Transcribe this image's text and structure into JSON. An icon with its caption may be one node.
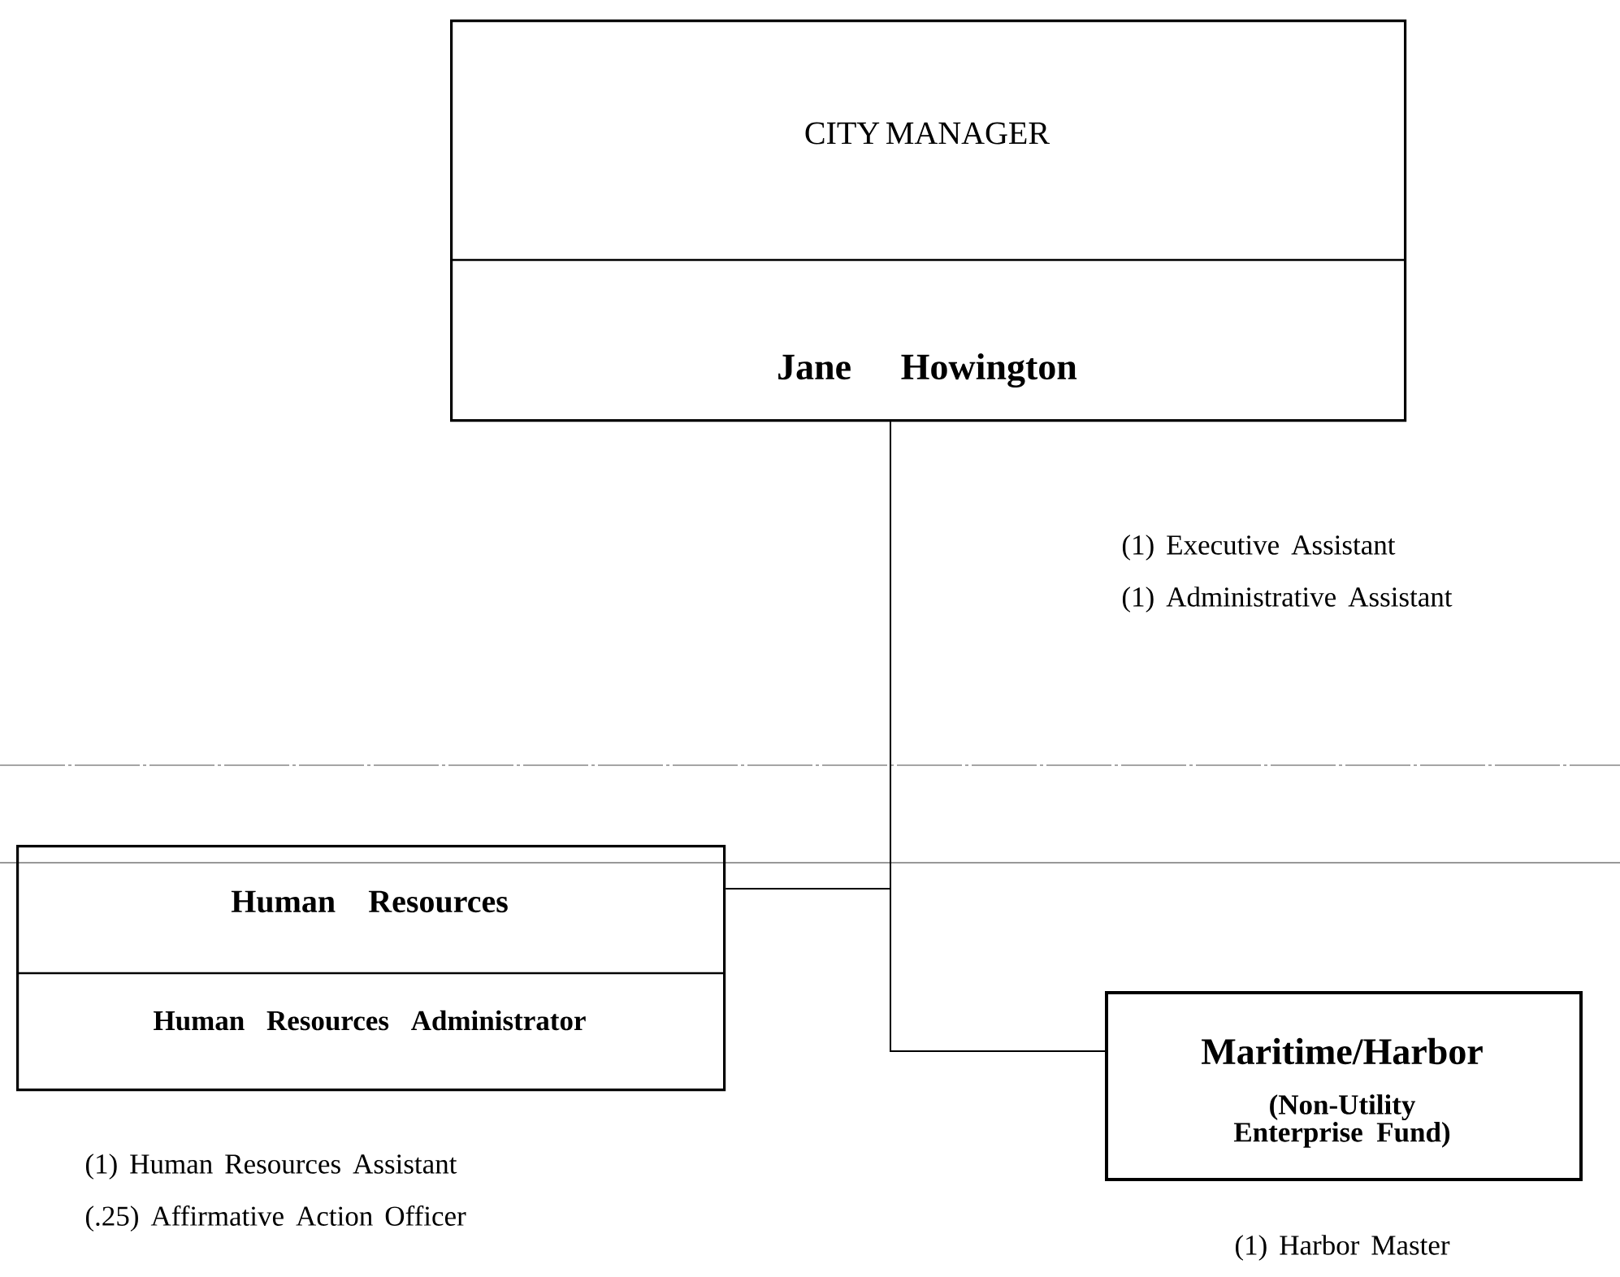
{
  "diagram": {
    "nodes": [
      {
        "text": [
          "CITY MANAGER",
          "Jane Howington"
        ],
        "beside": [
          "(1) Executive Assistant",
          "(1) Administrative Assistant"
        ]
      },
      {
        "text": [
          "Human Resources",
          "Human Resources Administrator"
        ],
        "beside": [
          "(1) Human Resources Assistant",
          "(.25) Affirmative Action Officer"
        ]
      },
      {
        "text": [
          "Maritime/Harbor",
          "(Non-Utility Enterprise Fund)"
        ],
        "beside": [
          "(1) Harbor Master"
        ]
      }
    ],
    "edges": [
      {
        "from": 0,
        "to": 1,
        "arrow": "none"
      },
      {
        "from": 0,
        "to": 2,
        "arrow": "none"
      }
    ]
  }
}
